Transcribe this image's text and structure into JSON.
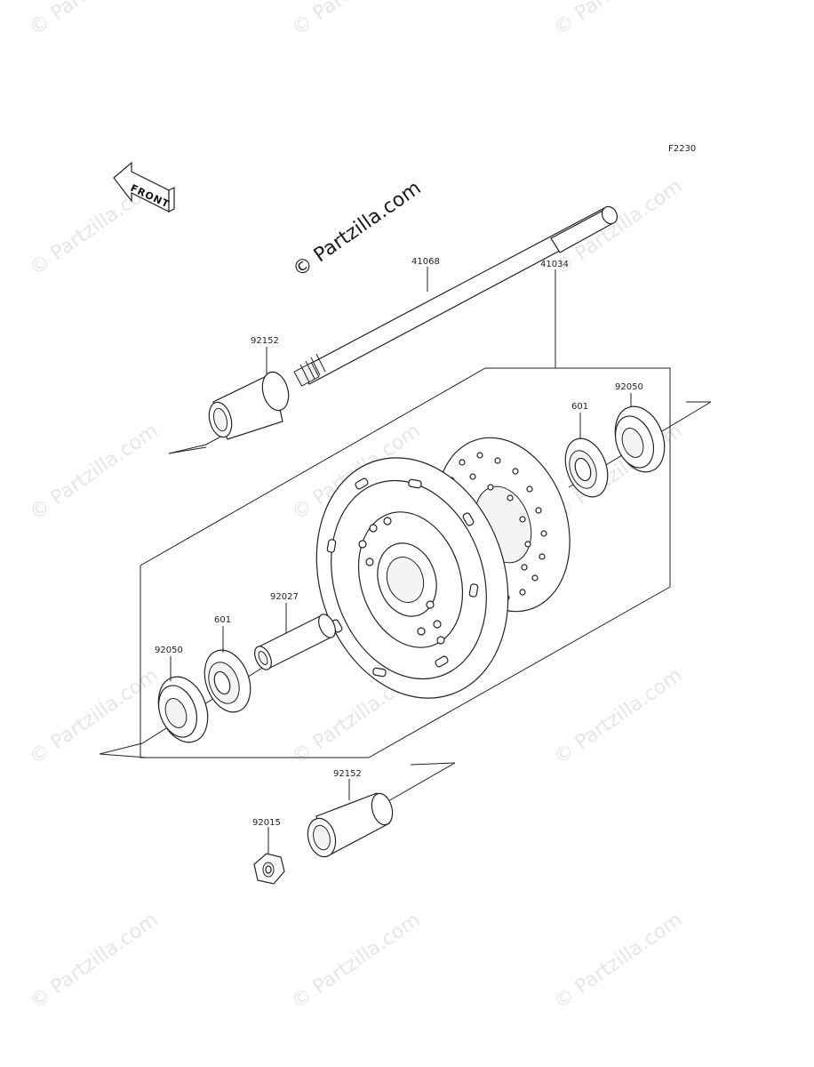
{
  "figure_code": "F2230",
  "front_indicator": "FRONT",
  "main_watermark": "© Partzilla.com",
  "background_watermark": "© Partzilla.com",
  "part_numbers": {
    "axle": "41068",
    "hub": "41034",
    "collar_top": "92152",
    "seal_right": "92050",
    "bearing_right": "601",
    "spacer": "92027",
    "bearing_left": "601",
    "seal_left": "92050",
    "collar_bottom": "92152",
    "nut": "92015"
  }
}
